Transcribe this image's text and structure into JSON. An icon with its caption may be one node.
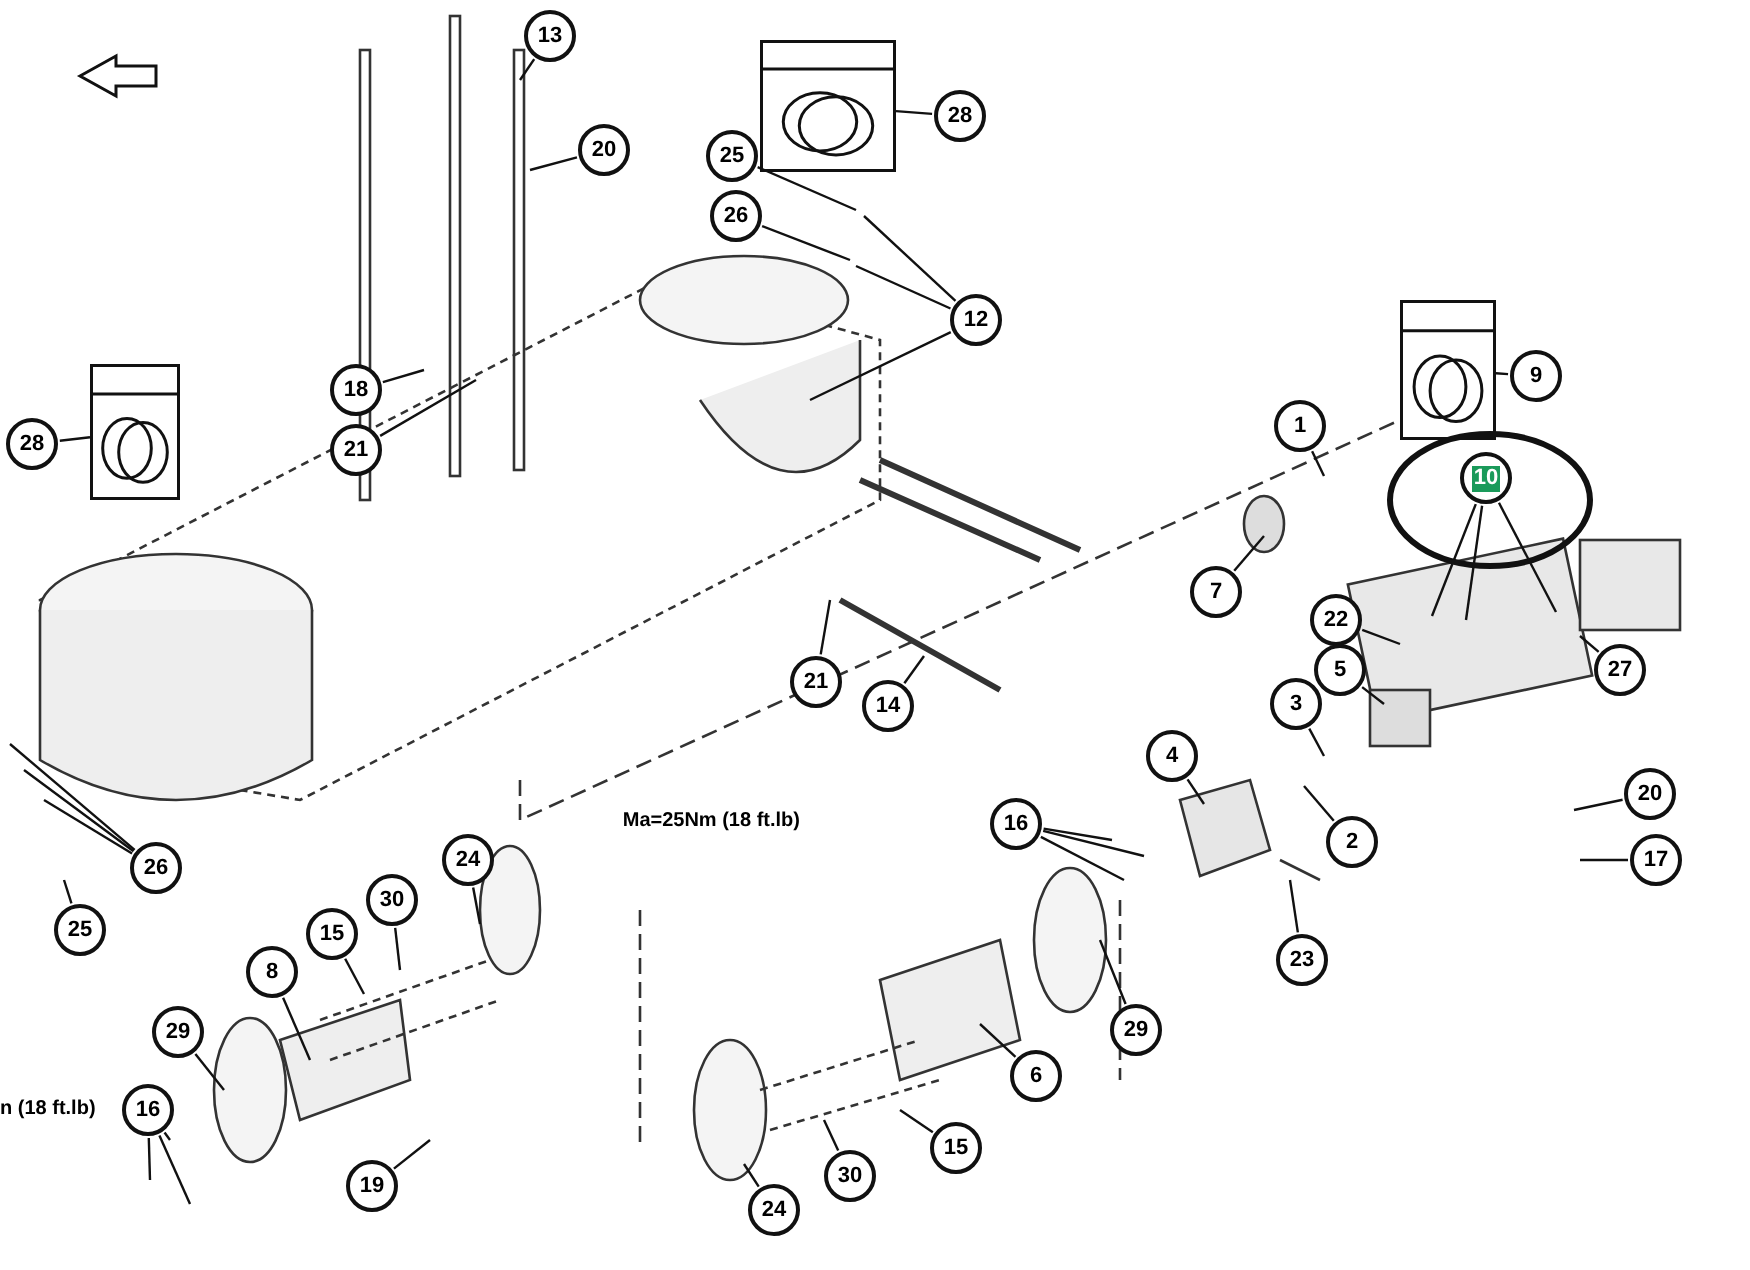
{
  "diagram": {
    "nodes": [
      {
        "text": [
          "13"
        ]
      },
      {
        "text": [
          "28"
        ]
      },
      {
        "text": [
          "20"
        ]
      },
      {
        "text": [
          "25"
        ]
      },
      {
        "text": [
          "26"
        ]
      },
      {
        "text": [
          "12"
        ]
      },
      {
        "text": [
          "9"
        ]
      },
      {
        "text": [
          "18"
        ]
      },
      {
        "text": [
          "1"
        ]
      },
      {
        "text": [
          "28"
        ]
      },
      {
        "text": [
          "21"
        ]
      },
      {
        "text": [
          "10"
        ]
      },
      {
        "text": [
          "7"
        ]
      },
      {
        "text": [
          "22"
        ]
      },
      {
        "text": [
          "27"
        ]
      },
      {
        "text": [
          "5"
        ]
      },
      {
        "text": [
          "21"
        ]
      },
      {
        "text": [
          "3"
        ]
      },
      {
        "text": [
          "14"
        ]
      },
      {
        "text": [
          "4"
        ]
      },
      {
        "text": [
          "20"
        ]
      },
      {
        "text": [
          "16"
        ]
      },
      {
        "text": [
          "2"
        ]
      },
      {
        "text": [
          "17"
        ]
      },
      {
        "text": [
          "24"
        ]
      },
      {
        "text": [
          "26"
        ]
      },
      {
        "text": [
          "30"
        ]
      },
      {
        "text": [
          "25"
        ]
      },
      {
        "text": [
          "15"
        ]
      },
      {
        "text": [
          "23"
        ]
      },
      {
        "text": [
          "8"
        ]
      },
      {
        "text": [
          "29"
        ]
      },
      {
        "text": [
          "29"
        ]
      },
      {
        "text": [
          "6"
        ]
      },
      {
        "text": [
          "16"
        ]
      },
      {
        "text": [
          "15"
        ]
      },
      {
        "text": [
          "30"
        ]
      },
      {
        "text": [
          "19"
        ]
      },
      {
        "text": [
          "24"
        ]
      },
      {
        "text": [],
        "shape": "picture"
      },
      {
        "text": [],
        "shape": "picture"
      },
      {
        "text": [],
        "shape": "picture"
      }
    ],
    "edges": [
      {
        "from": 0,
        "to": null,
        "arrow": "none"
      },
      {
        "from": 1,
        "to": 40,
        "arrow": "none"
      },
      {
        "from": 2,
        "to": null,
        "arrow": "none"
      },
      {
        "from": 3,
        "to": null,
        "arrow": "none"
      },
      {
        "from": 4,
        "to": null,
        "arrow": "none"
      },
      {
        "from": 5,
        "to": null,
        "arrow": "none"
      },
      {
        "from": 5,
        "to": null,
        "arrow": "none"
      },
      {
        "from": 5,
        "to": null,
        "arrow": "none"
      },
      {
        "from": 6,
        "to": 41,
        "arrow": "none"
      },
      {
        "from": 7,
        "to": null,
        "arrow": "none"
      },
      {
        "from": 8,
        "to": null,
        "arrow": "none"
      },
      {
        "from": 9,
        "to": 39,
        "arrow": "none"
      },
      {
        "from": 10,
        "to": null,
        "arrow": "none"
      },
      {
        "from": 11,
        "to": null,
        "arrow": "none"
      },
      {
        "from": 11,
        "to": null,
        "arrow": "none"
      },
      {
        "from": 11,
        "to": null,
        "arrow": "none"
      },
      {
        "from": 12,
        "to": null,
        "arrow": "none"
      },
      {
        "from": 13,
        "to": null,
        "arrow": "none"
      },
      {
        "from": 14,
        "to": null,
        "arrow": "none"
      },
      {
        "from": 15,
        "to": null,
        "arrow": "none"
      },
      {
        "from": 16,
        "to": null,
        "arrow": "none"
      },
      {
        "from": 17,
        "to": null,
        "arrow": "none"
      },
      {
        "from": 18,
        "to": null,
        "arrow": "none"
      },
      {
        "from": 19,
        "to": null,
        "arrow": "none"
      },
      {
        "from": 20,
        "to": null,
        "arrow": "none"
      },
      {
        "from": 21,
        "to": null,
        "arrow": "none"
      },
      {
        "from": 21,
        "to": null,
        "arrow": "none"
      },
      {
        "from": 21,
        "to": null,
        "arrow": "none"
      },
      {
        "from": 22,
        "to": null,
        "arrow": "none"
      },
      {
        "from": 23,
        "to": null,
        "arrow": "none"
      },
      {
        "from": 24,
        "to": null,
        "arrow": "none"
      },
      {
        "from": 25,
        "to": null,
        "arrow": "none"
      },
      {
        "from": 25,
        "to": null,
        "arrow": "none"
      },
      {
        "from": 25,
        "to": null,
        "arrow": "none"
      },
      {
        "from": 26,
        "to": null,
        "arrow": "none"
      },
      {
        "from": 27,
        "to": null,
        "arrow": "none"
      },
      {
        "from": 28,
        "to": null,
        "arrow": "none"
      },
      {
        "from": 29,
        "to": null,
        "arrow": "none"
      },
      {
        "from": 30,
        "to": null,
        "arrow": "none"
      },
      {
        "from": 31,
        "to": null,
        "arrow": "none"
      },
      {
        "from": 32,
        "to": null,
        "arrow": "none"
      },
      {
        "from": 33,
        "to": null,
        "arrow": "none"
      },
      {
        "from": 34,
        "to": null,
        "arrow": "none"
      },
      {
        "from": 34,
        "to": null,
        "arrow": "none"
      },
      {
        "from": 34,
        "to": null,
        "arrow": "none"
      },
      {
        "from": 35,
        "to": null,
        "arrow": "none"
      },
      {
        "from": 36,
        "to": null,
        "arrow": "none"
      },
      {
        "from": 37,
        "to": null,
        "arrow": "none"
      },
      {
        "from": 38,
        "to": null,
        "arrow": "none"
      }
    ],
    "labels": [
      "Ma=25Nm (18 ft.lb)",
      "n (18 ft.lb)"
    ]
  }
}
